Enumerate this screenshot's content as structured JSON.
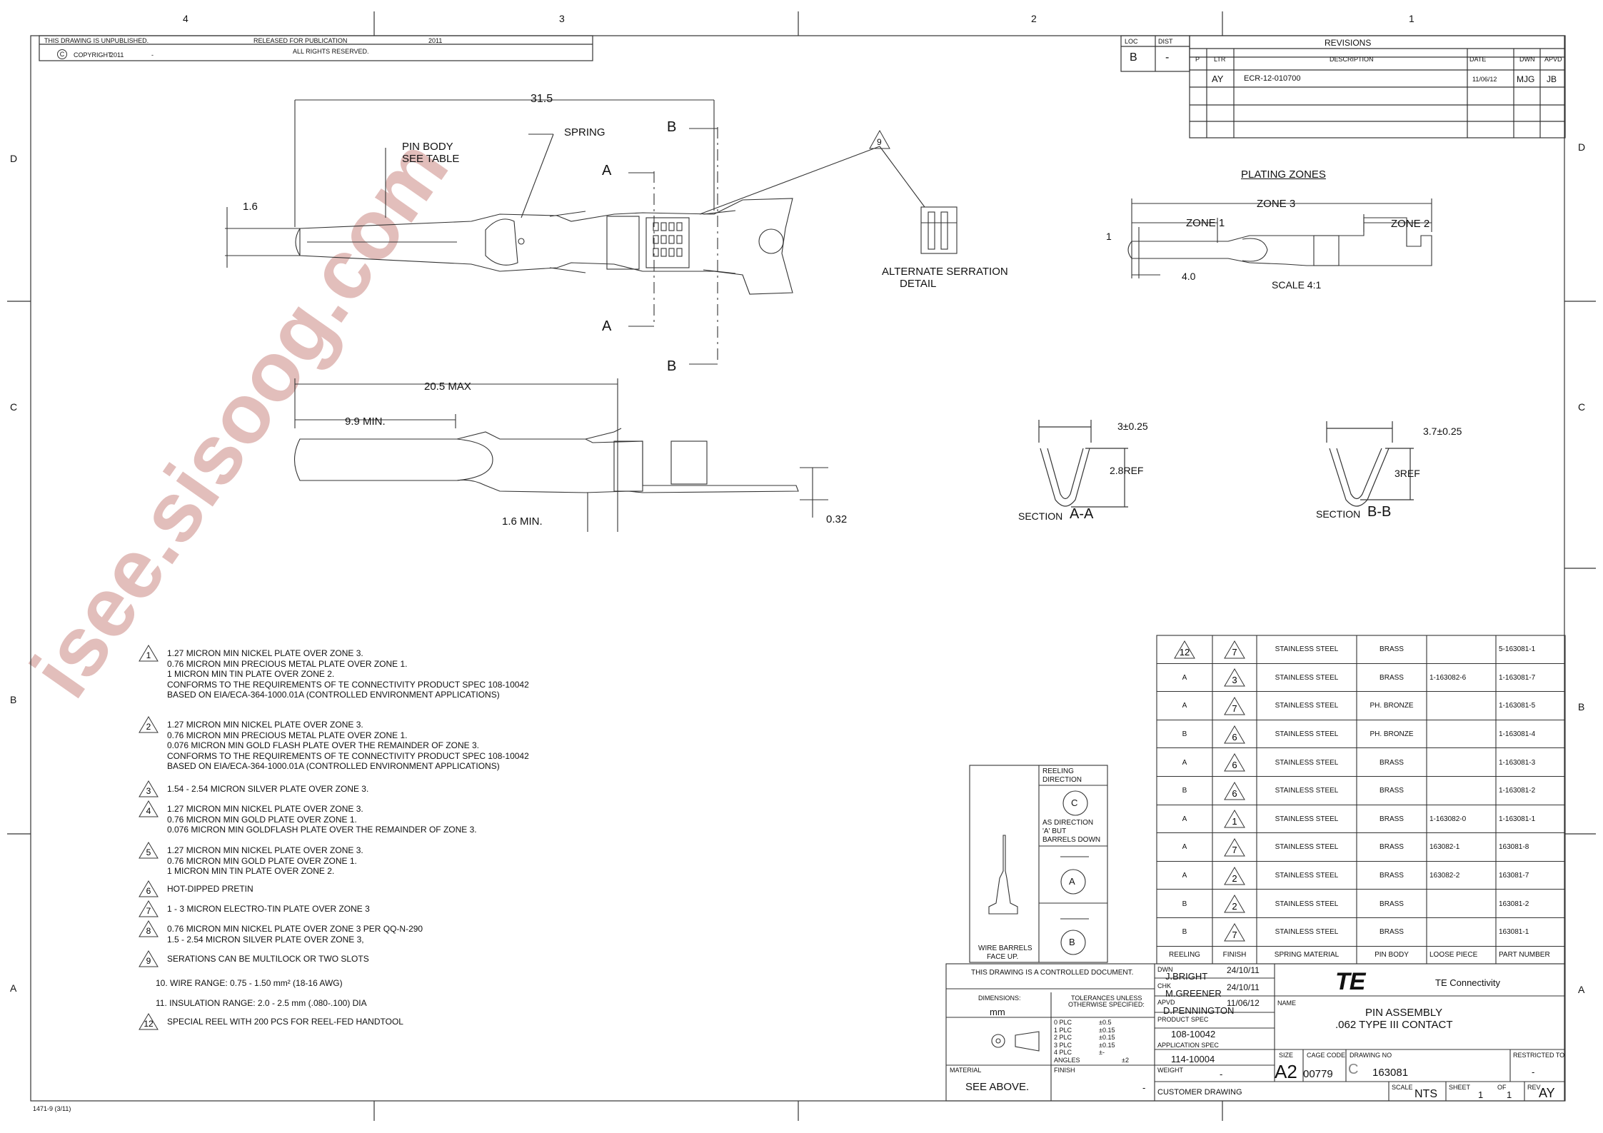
{
  "border": {
    "columns": [
      "4",
      "3",
      "2",
      "1"
    ],
    "rows": [
      "D",
      "C",
      "B",
      "A"
    ]
  },
  "header": {
    "unpublished": "THIS DRAWING IS UNPUBLISHED.",
    "released": "RELEASED FOR PUBLICATION",
    "released_year": "2011",
    "copyright_symbol": "C",
    "copyright": "COPYRIGHT",
    "copyright_year": "2011",
    "copyright_dash": "-",
    "rights": "ALL RIGHTS RESERVED."
  },
  "loc_dist": {
    "loc_label": "LOC",
    "dist_label": "DIST",
    "loc": "B",
    "dist": "-"
  },
  "revisions": {
    "title": "REVISIONS",
    "headers": [
      "P",
      "LTR",
      "DESCRIPTION",
      "DATE",
      "DWN",
      "APVD"
    ],
    "rows": [
      {
        "ltr": "AY",
        "desc": "ECR-12-010700",
        "date": "11/06/12",
        "dwn": "MJG",
        "apvd": "JB"
      }
    ]
  },
  "main_view": {
    "dim_overall": "31.5",
    "pin_body_1": "PIN BODY",
    "pin_body_2": "SEE TABLE",
    "spring": "SPRING",
    "dim_dia": "1.6",
    "sec_a": "A",
    "sec_b": "B",
    "note9": "9",
    "serration_1": "ALTERNATE SERRATION",
    "serration_2": "DETAIL"
  },
  "side_view": {
    "dim_max": "20.5 MAX",
    "dim_min": "9.9 MIN.",
    "dim_min2": "1.6 MIN.",
    "dim_thk": "0.32"
  },
  "plating": {
    "title": "PLATING ZONES",
    "zone3": "ZONE 3",
    "zone1": "ZONE 1",
    "zone2": "ZONE 2",
    "dim1": "1",
    "dim4": "4.0",
    "scale": "SCALE  4:1"
  },
  "section_aa": {
    "dim_w": "3±0.25",
    "dim_h": "2.8REF",
    "label": "SECTION",
    "name": "A-A"
  },
  "section_bb": {
    "dim_w": "3.7±0.25",
    "dim_h": "3REF",
    "label": "SECTION",
    "name": "B-B"
  },
  "notes": [
    {
      "num": "1",
      "lines": [
        "1.27 MICRON MIN NICKEL PLATE OVER ZONE 3.",
        "0.76 MICRON MIN PRECIOUS METAL PLATE OVER ZONE 1.",
        "1 MICRON MIN TIN PLATE OVER ZONE 2.",
        "CONFORMS TO THE REQUIREMENTS OF TE CONNECTIVITY PRODUCT SPEC 108-10042",
        "BASED ON EIA/ECA-364-1000.01A (CONTROLLED ENVIRONMENT APPLICATIONS)"
      ]
    },
    {
      "num": "2",
      "lines": [
        "1.27 MICRON MIN NICKEL PLATE OVER ZONE 3.",
        "0.76 MICRON MIN PRECIOUS METAL PLATE OVER ZONE 1.",
        "0.076 MICRON MIN GOLD FLASH PLATE OVER THE REMAINDER OF ZONE 3.",
        "CONFORMS TO THE REQUIREMENTS OF TE CONNECTIVITY PRODUCT SPEC 108-10042",
        "BASED ON EIA/ECA-364-1000.01A (CONTROLLED ENVIRONMENT APPLICATIONS)"
      ]
    },
    {
      "num": "3",
      "lines": [
        "1.54 - 2.54 MICRON SILVER PLATE OVER ZONE 3."
      ]
    },
    {
      "num": "4",
      "lines": [
        "1.27 MICRON MIN NICKEL PLATE OVER ZONE 3.",
        "0.76 MICRON MIN GOLD PLATE OVER ZONE 1.",
        "0.076 MICRON MIN GOLDFLASH PLATE OVER THE REMAINDER OF ZONE 3."
      ]
    },
    {
      "num": "5",
      "lines": [
        "1.27 MICRON MIN NICKEL PLATE OVER ZONE 3.",
        "0.76 MICRON MIN GOLD PLATE OVER ZONE 1.",
        "1 MICRON MIN TIN PLATE OVER ZONE 2."
      ]
    },
    {
      "num": "6",
      "lines": [
        "HOT-DIPPED PRETIN"
      ]
    },
    {
      "num": "7",
      "lines": [
        "1 - 3 MICRON ELECTRO-TIN PLATE OVER ZONE 3"
      ]
    },
    {
      "num": "8",
      "lines": [
        "0.76 MICRON MIN NICKEL PLATE OVER ZONE 3 PER QQ-N-290",
        "1.5 - 2.54 MICRON SILVER PLATE OVER ZONE 3,"
      ]
    },
    {
      "num": "9",
      "lines": [
        "SERATIONS CAN BE MULTILOCK OR TWO SLOTS"
      ]
    },
    {
      "num": "",
      "lines": [
        "10. WIRE RANGE: 0.75 - 1.50 mm² (18-16 AWG)"
      ]
    },
    {
      "num": "",
      "lines": [
        "11. INSULATION RANGE: 2.0 - 2.5 mm (.080-.100) DIA"
      ]
    },
    {
      "num": "12",
      "lines": [
        "SPECIAL REEL WITH 200 PCS FOR REEL-FED HANDTOOL"
      ]
    }
  ],
  "reeling": {
    "title_1": "REELING",
    "title_2": "DIRECTION",
    "c": "C",
    "c_note_1": "AS DIRECTION",
    "c_note_2": "'A' BUT",
    "c_note_3": "BARRELS DOWN",
    "a": "A",
    "b": "B",
    "face_1": "WIRE BARRELS",
    "face_2": "FACE UP."
  },
  "parts_table": {
    "headers": [
      "REELING",
      "FINISH",
      "SPRING MATERIAL",
      "PIN BODY",
      "LOOSE PIECE",
      "PART NUMBER"
    ],
    "rows": [
      {
        "reel": "12",
        "reel_tri": true,
        "finish": "7",
        "spring": "STAINLESS STEEL",
        "body": "BRASS",
        "loose": "",
        "part": "5-163081-1"
      },
      {
        "reel": "A",
        "reel_tri": false,
        "finish": "3",
        "spring": "STAINLESS STEEL",
        "body": "BRASS",
        "loose": "1-163082-6",
        "part": "1-163081-7"
      },
      {
        "reel": "A",
        "reel_tri": false,
        "finish": "7",
        "spring": "STAINLESS STEEL",
        "body": "PH. BRONZE",
        "loose": "",
        "part": "1-163081-5"
      },
      {
        "reel": "B",
        "reel_tri": false,
        "finish": "6",
        "spring": "STAINLESS STEEL",
        "body": "PH. BRONZE",
        "loose": "",
        "part": "1-163081-4"
      },
      {
        "reel": "A",
        "reel_tri": false,
        "finish": "6",
        "spring": "STAINLESS STEEL",
        "body": "BRASS",
        "loose": "",
        "part": "1-163081-3"
      },
      {
        "reel": "B",
        "reel_tri": false,
        "finish": "6",
        "spring": "STAINLESS STEEL",
        "body": "BRASS",
        "loose": "",
        "part": "1-163081-2"
      },
      {
        "reel": "A",
        "reel_tri": false,
        "finish": "1",
        "spring": "STAINLESS STEEL",
        "body": "BRASS",
        "loose": "1-163082-0",
        "part": "1-163081-1"
      },
      {
        "reel": "A",
        "reel_tri": false,
        "finish": "7",
        "spring": "STAINLESS STEEL",
        "body": "BRASS",
        "loose": "163082-1",
        "part": "163081-8"
      },
      {
        "reel": "A",
        "reel_tri": false,
        "finish": "2",
        "spring": "STAINLESS STEEL",
        "body": "BRASS",
        "loose": "163082-2",
        "part": "163081-7"
      },
      {
        "reel": "B",
        "reel_tri": false,
        "finish": "2",
        "spring": "STAINLESS STEEL",
        "body": "BRASS",
        "loose": "",
        "part": "163081-2"
      },
      {
        "reel": "B",
        "reel_tri": false,
        "finish": "7",
        "spring": "STAINLESS STEEL",
        "body": "BRASS",
        "loose": "",
        "part": "163081-1"
      }
    ]
  },
  "title_block": {
    "controlled": "THIS DRAWING IS A CONTROLLED DOCUMENT.",
    "dimensions_label": "DIMENSIONS:",
    "dimensions": "mm",
    "tol_title_1": "TOLERANCES UNLESS",
    "tol_title_2": "OTHERWISE SPECIFIED:",
    "tolerances": [
      {
        "k": "0 PLC",
        "v": "±0.5"
      },
      {
        "k": "1 PLC",
        "v": "±0.15"
      },
      {
        "k": "2 PLC",
        "v": "±0.15"
      },
      {
        "k": "3 PLC",
        "v": "±0.15"
      },
      {
        "k": "4 PLC",
        "v": "±-"
      },
      {
        "k": "ANGLES",
        "v": "±2"
      }
    ],
    "material_label": "MATERIAL",
    "material": "SEE ABOVE.",
    "finish_label": "FINISH",
    "finish": "-",
    "dwn_label": "DWN",
    "dwn": "J.BRIGHT",
    "dwn_date": "24/10/11",
    "chk_label": "CHK",
    "chk": "M.GREENER",
    "chk_date": "24/10/11",
    "apvd_label": "APVD",
    "apvd": "D.PENNINGTON",
    "apvd_date": "11/06/12",
    "product_spec_label": "PRODUCT SPEC",
    "product_spec": "108-10042",
    "app_spec_label": "APPLICATION SPEC",
    "app_spec": "114-10004",
    "weight_label": "WEIGHT",
    "weight": "-",
    "customer": "CUSTOMER DRAWING",
    "company": "TE Connectivity",
    "logo": "TE",
    "name_label": "NAME",
    "name_1": "PIN ASSEMBLY",
    "name_2": ".062 TYPE III CONTACT",
    "size_label": "SIZE",
    "size": "A2",
    "cage_label": "CAGE CODE",
    "cage": "00779",
    "dwg_label": "DRAWING NO",
    "dwg": "163081",
    "restricted_label": "RESTRICTED TO",
    "restricted": "-",
    "scale_label": "SCALE",
    "scale": "NTS",
    "sheet_label": "SHEET",
    "sheet": "1",
    "of_label": "OF",
    "of": "1",
    "rev_label": "REV",
    "rev": "AY"
  },
  "form_no": "1471-9 (3/11)",
  "watermark": "isee.sisoog.com",
  "colors": {
    "watermark": "#d9a9a5",
    "line": "#333333"
  }
}
